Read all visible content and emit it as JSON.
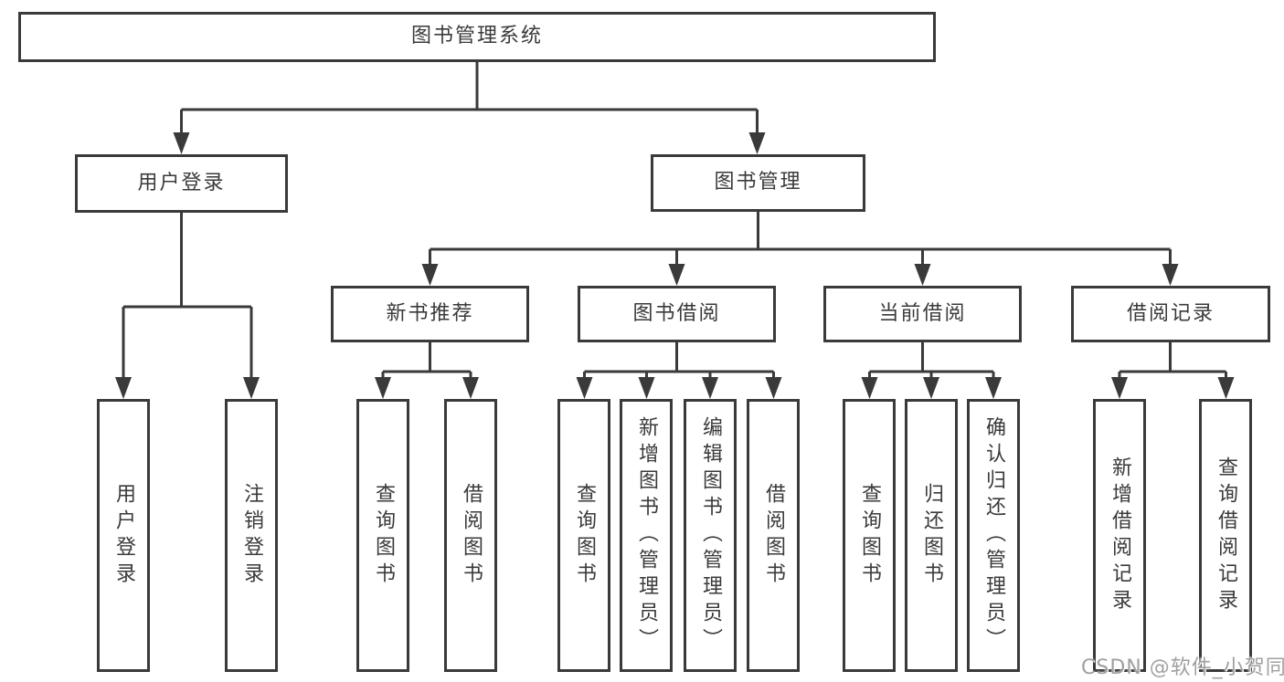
{
  "nodes": {
    "root": {
      "label": "图书管理系统"
    },
    "user_login": {
      "label": "用户登录"
    },
    "book_management": {
      "label": "图书管理"
    },
    "new_book_recommend": {
      "label": "新书推荐"
    },
    "book_borrowing": {
      "label": "图书借阅"
    },
    "current_borrowing": {
      "label": "当前借阅"
    },
    "borrowing_records": {
      "label": "借阅记录"
    },
    "leaf_user_login": {
      "label": "用户登录"
    },
    "leaf_logout": {
      "label": "注销登录"
    },
    "leaf_recommend_query_books": {
      "label": "查询图书"
    },
    "leaf_recommend_borrow_books": {
      "label": "借阅图书"
    },
    "leaf_borrowing_query_books": {
      "label": "查询图书"
    },
    "leaf_borrowing_add_books": {
      "label": "新增图书（管理员）"
    },
    "leaf_borrowing_edit_books": {
      "label": "编辑图书（管理员）"
    },
    "leaf_borrowing_borrow_books": {
      "label": "借阅图书"
    },
    "leaf_current_query_books": {
      "label": "查询图书"
    },
    "leaf_current_return_books": {
      "label": "归还图书"
    },
    "leaf_current_confirm_return": {
      "label": "确认归还（管理员）"
    },
    "leaf_records_add_record": {
      "label": "新增借阅记录"
    },
    "leaf_records_query_record": {
      "label": "查询借阅记录"
    }
  },
  "watermark": {
    "text": "CSDN @软件_小贺同学"
  },
  "colors": {
    "line": "#3a3a3a",
    "text": "#3a3a3a",
    "box_background": "#ffffff",
    "page_background": "#ffffff",
    "watermark": "#a0a0a0"
  }
}
